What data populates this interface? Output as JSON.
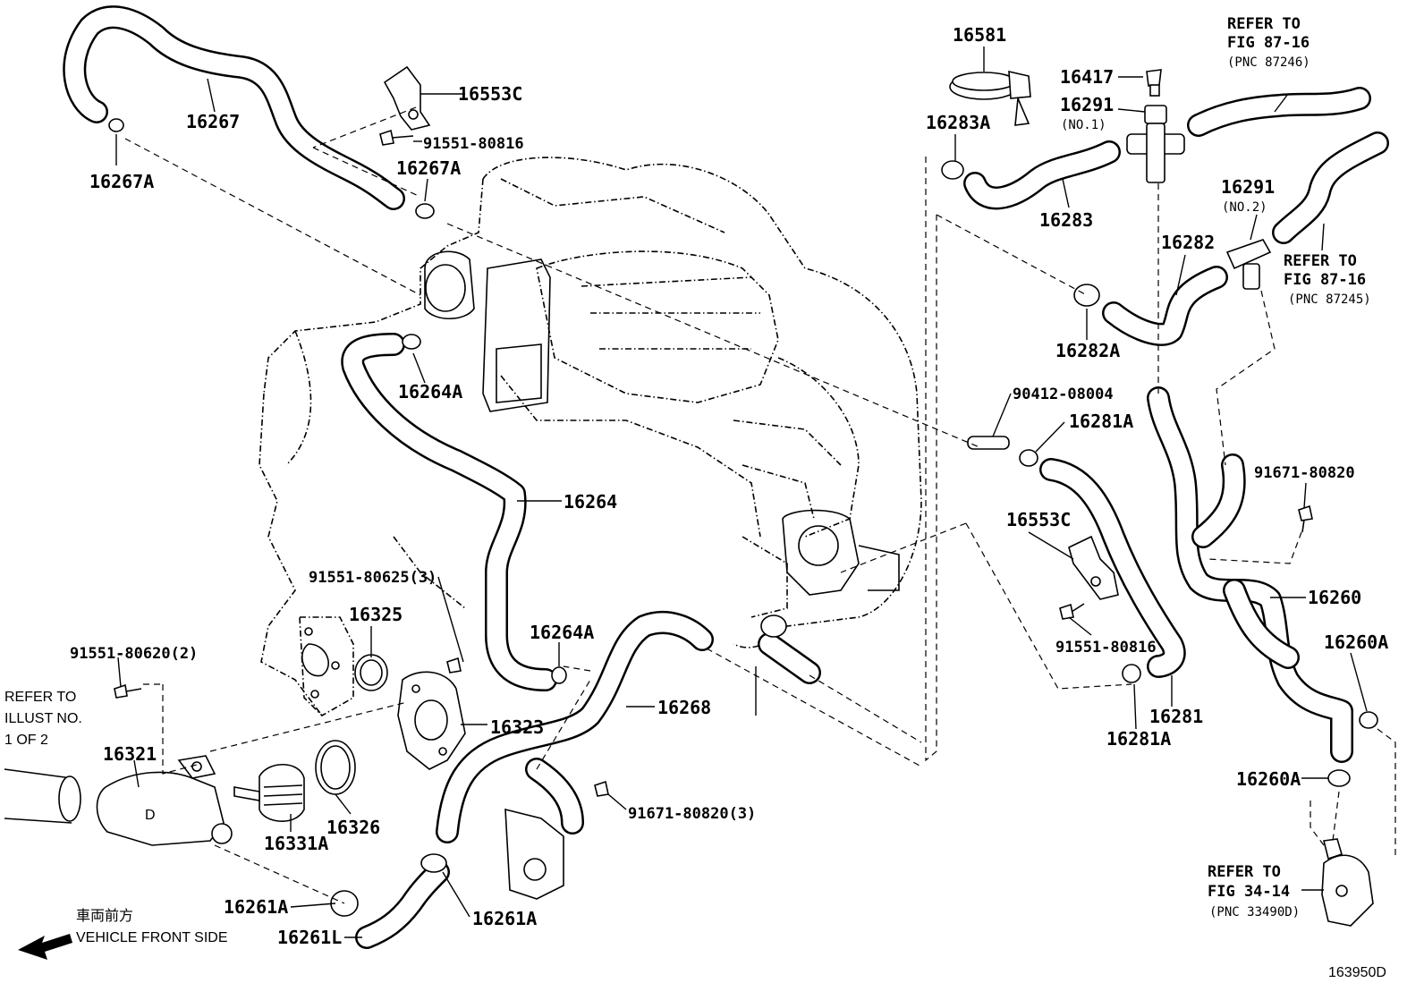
{
  "labels": {
    "l16267": "16267",
    "l16267A_top": "16267A",
    "l16553C_top": "16553C",
    "l91551_80816_top": "91551-80816",
    "l16267A_mid": "16267A",
    "l16264A_upper": "16264A",
    "l16264": "16264",
    "l91551_80625": "91551-80625(3)",
    "l16325": "16325",
    "l91551_80620": "91551-80620(2)",
    "l16264A_lower": "16264A",
    "l16268": "16268",
    "l16323": "16323",
    "l16321": "16321",
    "l16326": "16326",
    "l16331A": "16331A",
    "l91671_80820_3": "91671-80820(3)",
    "l16261A_left": "16261A",
    "l16261A_right": "16261A",
    "l16261L": "16261L",
    "l16581": "16581",
    "l16417": "16417",
    "l16291_1": "16291",
    "l16291_1_sub": "(NO.1)",
    "l16283A": "16283A",
    "l16283": "16283",
    "l16291_2": "16291",
    "l16291_2_sub": "(NO.2)",
    "l16282": "16282",
    "l16282A": "16282A",
    "l90412": "90412-08004",
    "l16281A_top": "16281A",
    "l16553C_mid": "16553C",
    "l91671_80820": "91671-80820",
    "l16260": "16260",
    "l16260A_right": "16260A",
    "l91551_80816_mid": "91551-80816",
    "l16281": "16281",
    "l16281A_bottom": "16281A",
    "l16260A_lower": "16260A"
  },
  "references": {
    "ref_top": [
      "REFER TO",
      "FIG 87-16",
      "(PNC 87246)"
    ],
    "ref_mid": [
      "REFER TO",
      "FIG 87-16",
      "(PNC 87245)"
    ],
    "ref_left": [
      "REFER TO",
      "ILLUST NO.",
      "1 OF 2"
    ],
    "ref_bottom": [
      "REFER TO",
      "FIG 34-14",
      "(PNC 33490D)"
    ]
  },
  "misc": {
    "direction_jp": "車両前方",
    "direction_en": "VEHICLE FRONT SIDE",
    "housing_mark": "D",
    "figure_id": "163950D"
  },
  "icons": {
    "front_arrow": "arrow-left-icon"
  }
}
